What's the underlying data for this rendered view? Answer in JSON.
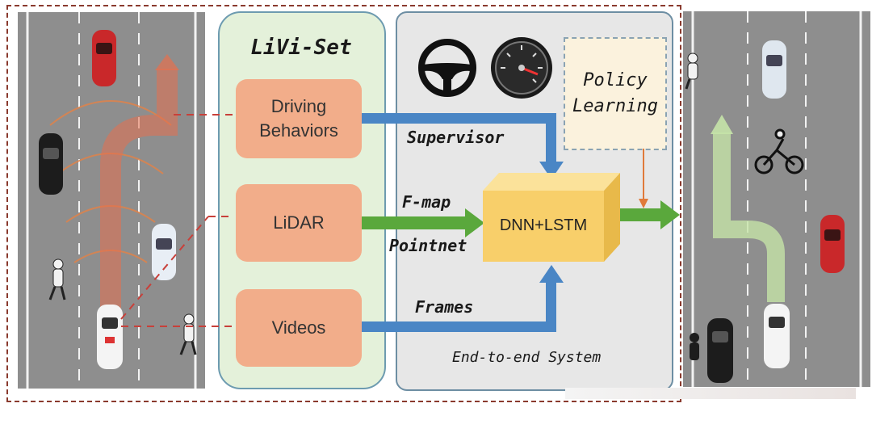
{
  "dataset": {
    "title": "LiVi-Set",
    "items": [
      "Driving\nBehaviors",
      "LiDAR",
      "Videos"
    ]
  },
  "system": {
    "title": "End-to-end System",
    "model": "DNN+LSTM",
    "policy": "Policy\nLearning",
    "labels": {
      "supervisor": "Supervisor",
      "fmap": "F-map",
      "pointnet": "Pointnet",
      "frames": "Frames"
    }
  },
  "icons": [
    "steering-wheel-icon",
    "speedometer-icon",
    "car-icon",
    "pedestrian-icon",
    "bicycle-icon"
  ],
  "colors": {
    "orange": "#f2ad8a",
    "green_panel": "#e4f1da",
    "blue_arrow": "#4a86c5",
    "green_arrow": "#5aa83c",
    "dnn": "#f8cf6a"
  }
}
